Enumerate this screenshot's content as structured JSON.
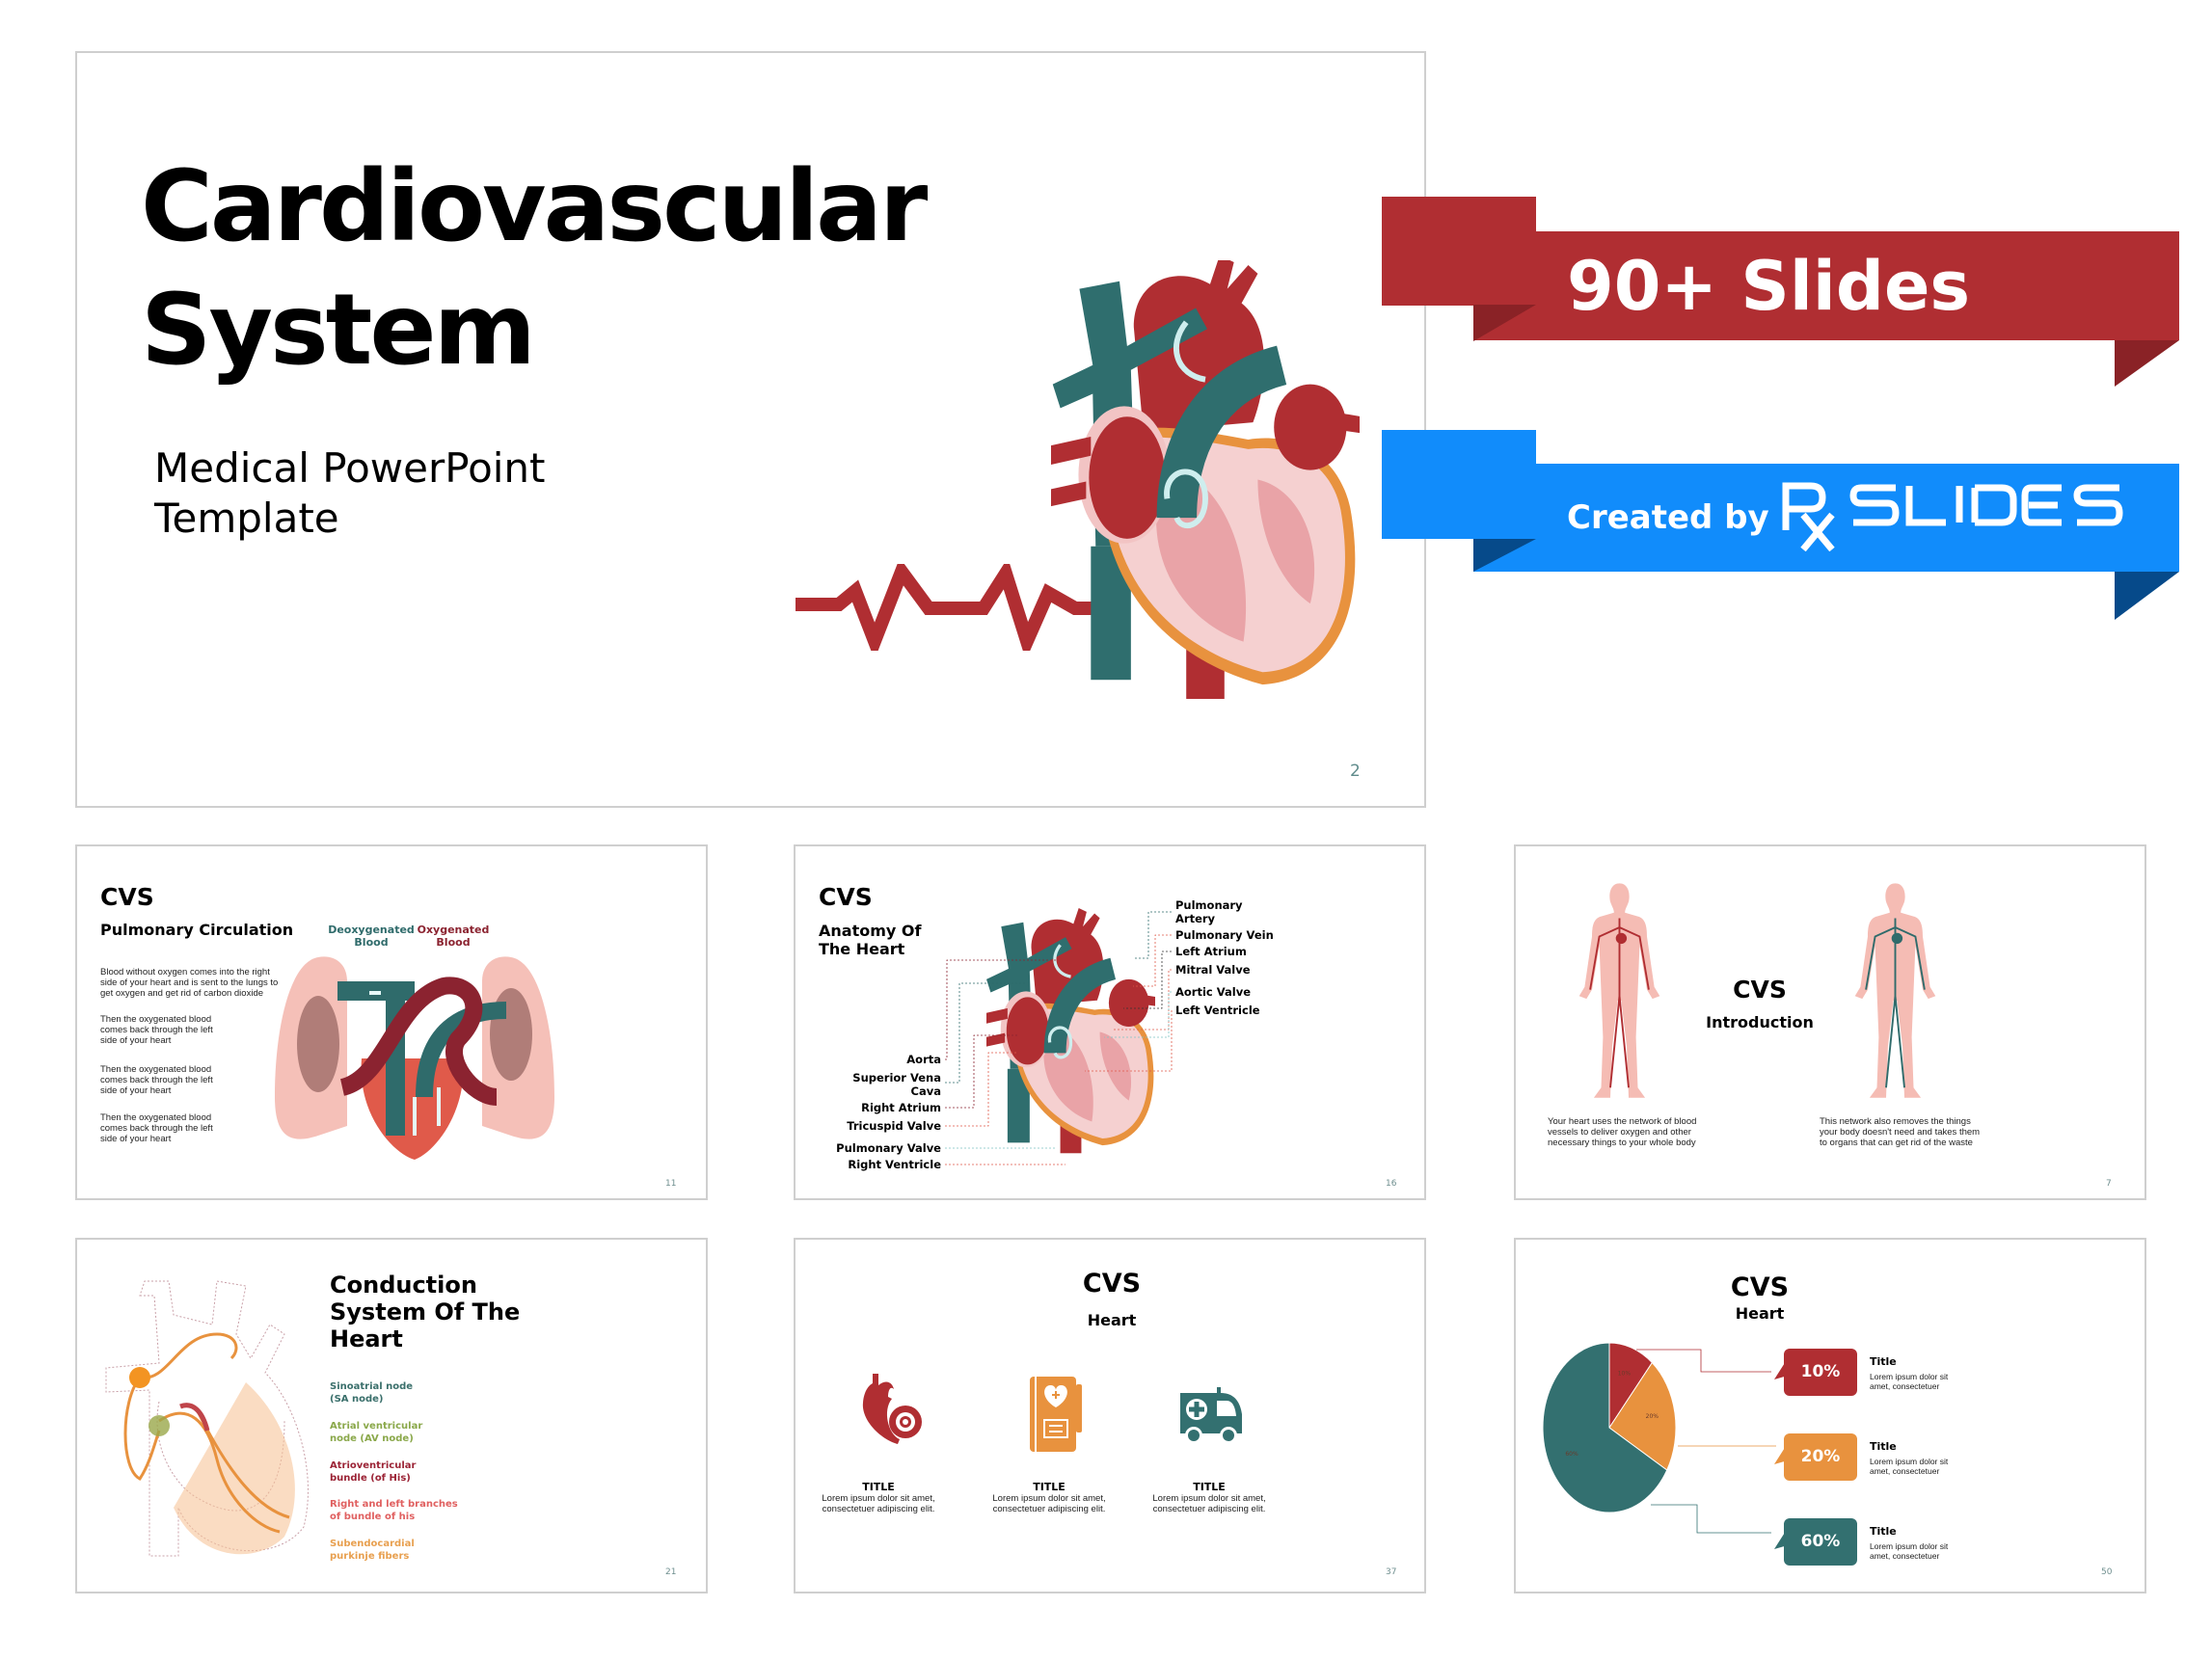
{
  "hero": {
    "title_line1": "Cardiovascular",
    "title_line2": "System",
    "subtitle_line1": "Medical PowerPoint",
    "subtitle_line2": "Template",
    "page": "2"
  },
  "ribbons": {
    "slides_count": "90+ Slides",
    "created_by": "Created by",
    "logo_text": "RX SLIDES",
    "colors": {
      "red": "#b02e32",
      "red_dark": "#8a2226",
      "blue": "#118cfb",
      "blue_dark": "#064a8a"
    }
  },
  "slides": [
    {
      "title": "CVS",
      "subtitle": "Pulmonary Circulation",
      "legend": [
        {
          "label": "Deoxygenated",
          "label2": "Blood",
          "color": "#2f6b6b"
        },
        {
          "label": "Oxygenated",
          "label2": "Blood",
          "color": "#8b2330"
        }
      ],
      "paragraphs": [
        [
          "Blood without oxygen comes into the right",
          "side of your heart and is sent to the lungs to",
          "get oxygen and get rid of carbon dioxide"
        ],
        [
          "Then the oxygenated blood",
          "comes back through the left",
          "side of your heart"
        ],
        [
          "Then the oxygenated blood",
          "comes back through the left",
          "side of your heart"
        ],
        [
          "Then the oxygenated blood",
          "comes back through the left",
          "side of your heart"
        ]
      ],
      "page": "11"
    },
    {
      "title": "CVS",
      "subtitle_line1": "Anatomy Of",
      "subtitle_line2": "The Heart",
      "left_labels": [
        "Aorta",
        "Superior Vena",
        "Cava",
        "Right Atrium",
        "Tricuspid Valve",
        "Pulmonary Valve",
        "Right Ventricle"
      ],
      "right_labels": [
        "Pulmonary",
        "Artery",
        "Pulmonary Vein",
        "Left Atrium",
        "Mitral Valve",
        "Aortic Valve",
        "Left Ventricle"
      ],
      "page": "16"
    },
    {
      "title": "CVS",
      "subtitle": "Introduction",
      "left_text": [
        "Your heart uses the network of blood",
        "vessels to deliver oxygen and other",
        "necessary things to your whole body"
      ],
      "right_text": [
        "This network also removes the things",
        "your body doesn't need and takes them",
        "to organs that can get rid of the waste"
      ],
      "page": "7"
    },
    {
      "title_lines": [
        "Conduction",
        "System Of The",
        "Heart"
      ],
      "items": [
        {
          "l1": "Sinoatrial node",
          "l2": "(SA node)",
          "color": "#3a6f6b"
        },
        {
          "l1": "Atrial ventricular",
          "l2": "node (AV node)",
          "color": "#8aa84a"
        },
        {
          "l1": "Atrioventricular",
          "l2": "bundle (of His)",
          "color": "#9b2335"
        },
        {
          "l1": "Right and left branches",
          "l2": "of bundle of his",
          "color": "#e06060"
        },
        {
          "l1": "Subendocardial",
          "l2": "purkinje fibers",
          "color": "#e8a050"
        }
      ],
      "page": "21"
    },
    {
      "title": "CVS",
      "subtitle": "Heart",
      "cards": [
        {
          "icon": "heart-target-icon",
          "title": "TITLE",
          "l1": "Lorem ipsum dolor sit amet,",
          "l2": "consectetuer adipiscing elit.",
          "color": "#b02e32"
        },
        {
          "icon": "medical-book-icon",
          "title": "TITLE",
          "l1": "Lorem ipsum dolor sit amet,",
          "l2": "consectetuer adipiscing elit.",
          "color": "#e8923e"
        },
        {
          "icon": "ambulance-icon",
          "title": "TITLE",
          "l1": "Lorem ipsum dolor sit amet,",
          "l2": "consectetuer adipiscing elit.",
          "color": "#337070"
        }
      ],
      "page": "37"
    },
    {
      "title": "CVS",
      "subtitle": "Heart",
      "pie": [
        {
          "label": "10%",
          "value": 10,
          "color": "#b02e32"
        },
        {
          "label": "20%",
          "value": 20,
          "color": "#e8923e"
        },
        {
          "label": "60%",
          "value": 60,
          "color": "#337070"
        }
      ],
      "callouts": [
        {
          "value": "10%",
          "title": "Title",
          "l1": "Lorem ipsum dolor sit",
          "l2": "amet, consectetuer",
          "color": "#b02e32"
        },
        {
          "value": "20%",
          "title": "Title",
          "l1": "Lorem ipsum dolor sit",
          "l2": "amet, consectetuer",
          "color": "#e8923e"
        },
        {
          "value": "60%",
          "title": "Title",
          "l1": "Lorem ipsum dolor sit",
          "l2": "amet, consectetuer",
          "color": "#337070"
        }
      ],
      "page": "50"
    }
  ]
}
